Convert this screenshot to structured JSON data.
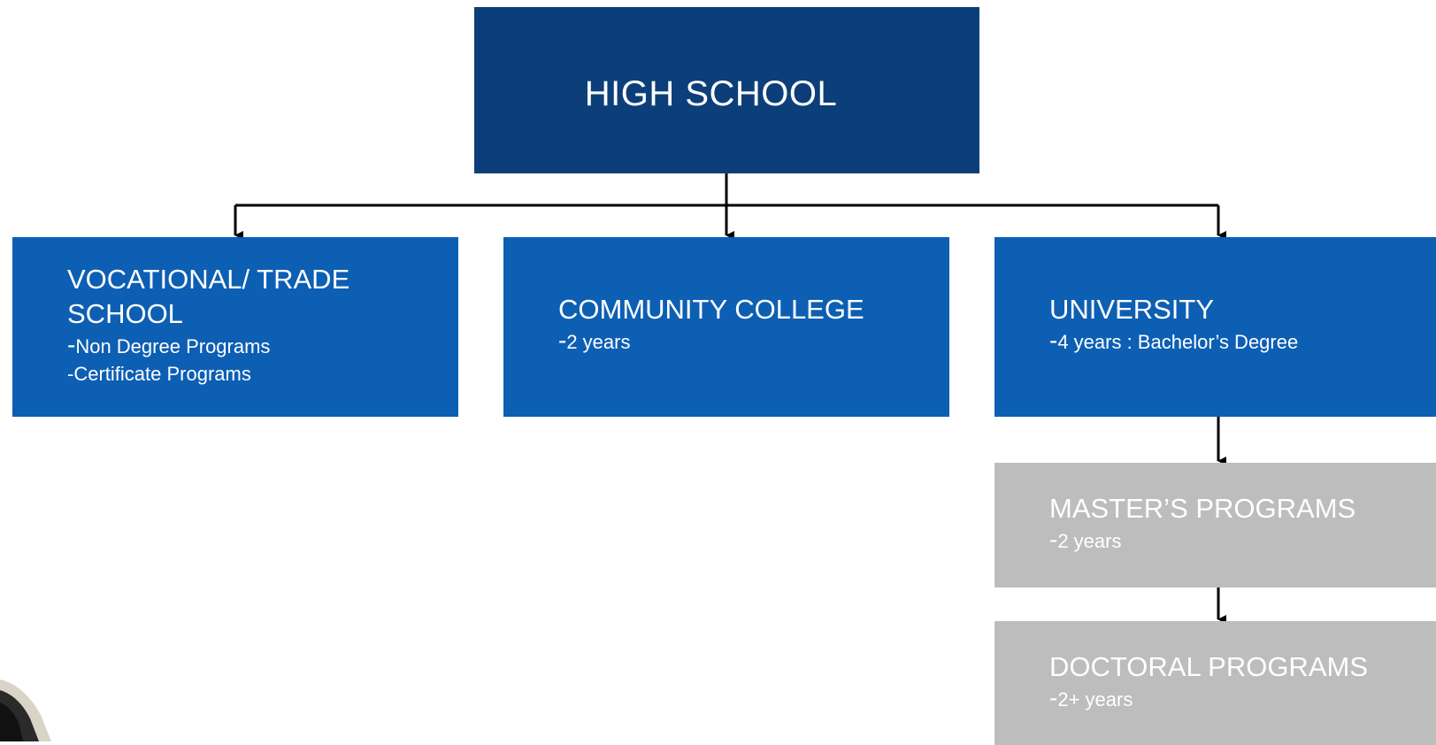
{
  "nodes": {
    "high_school": {
      "title": "HIGH SCHOOL"
    },
    "vocational": {
      "title_line1": "VOCATIONAL/ TRADE",
      "title_line2": "SCHOOL",
      "detail1_dash": "-",
      "detail1": "Non Degree Programs",
      "detail2": "-Certificate Programs"
    },
    "community_college": {
      "title": "COMMUNITY COLLEGE",
      "detail_dash": "-",
      "detail": "2 years"
    },
    "university": {
      "title": "UNIVERSITY",
      "detail_dash": "-",
      "detail": "4 years : Bachelor’s Degree"
    },
    "masters": {
      "title": "MASTER’S PROGRAMS",
      "detail_dash": "-",
      "detail": "2 years"
    },
    "doctoral": {
      "title": "DOCTORAL PROGRAMS",
      "detail_dash": "-",
      "detail": "2+ years"
    }
  },
  "colors": {
    "top_box": "#0c3f7a",
    "level_box": "#0d5fb3",
    "graduate_box": "#bdbdbd",
    "connector": "#000000"
  }
}
